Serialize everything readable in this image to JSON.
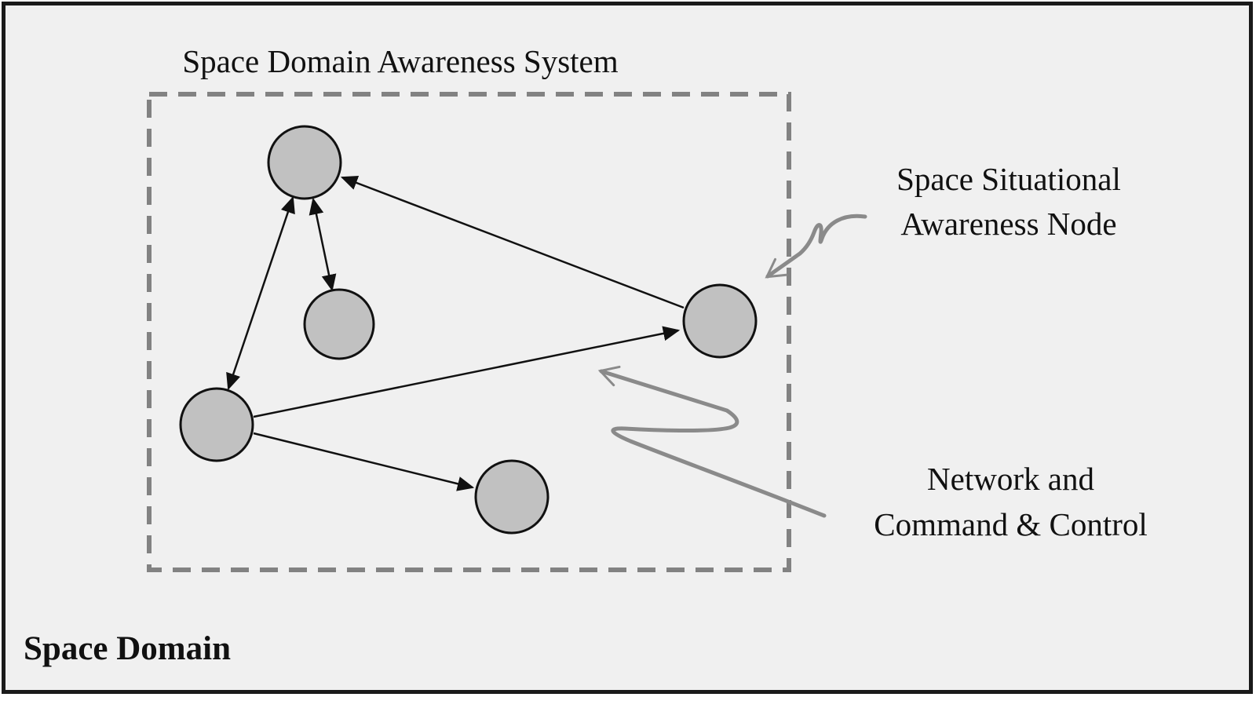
{
  "diagram": {
    "title": "Space Domain Awareness System",
    "domain_label": "Space Domain",
    "callouts": {
      "ssa": {
        "line1": "Space Situational",
        "line2": "Awareness Node"
      },
      "network": {
        "line1": "Network and",
        "line2": "Command & Control"
      }
    },
    "nodes": {
      "count": 5,
      "fill": "#c1c1c1",
      "stroke": "#111111"
    },
    "colors": {
      "canvas_background": "#f0f0f0",
      "frame_border": "#1a1a1a",
      "dashed_border": "#828282",
      "callout_gray": "#8a8a8a",
      "arrow_black": "#111111"
    }
  }
}
